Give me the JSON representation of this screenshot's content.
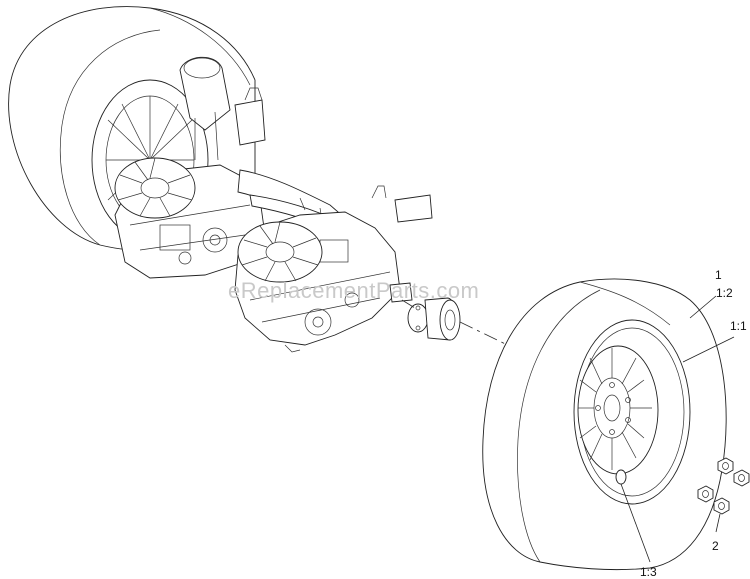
{
  "watermark": "eReplacementParts.com",
  "callouts": {
    "c1": "1",
    "c1_2": "1:2",
    "c1_1": "1:1",
    "c1_3": "1:3",
    "c2": "2"
  }
}
